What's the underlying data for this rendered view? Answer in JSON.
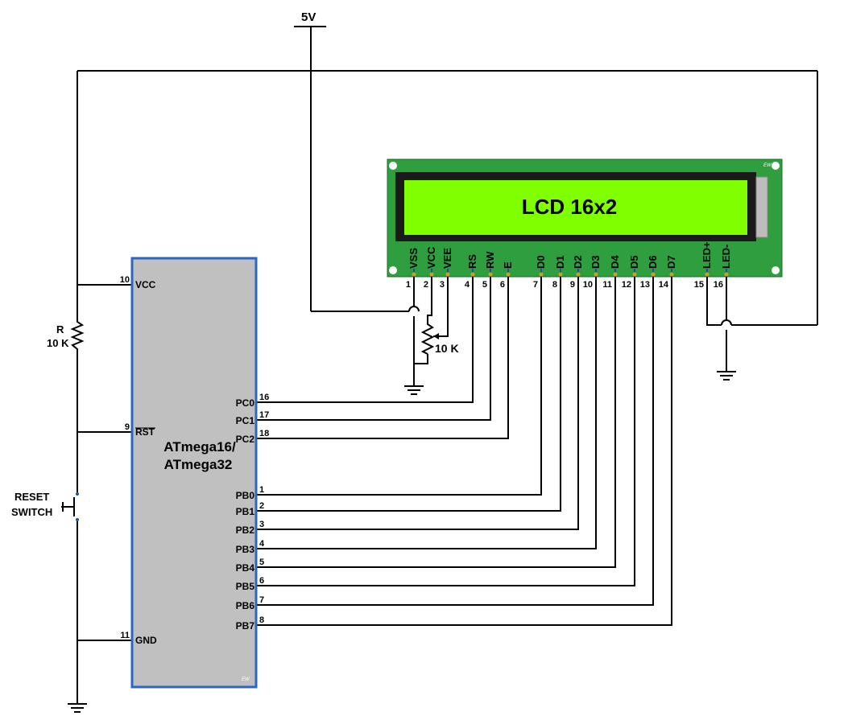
{
  "supply": {
    "label": "5V"
  },
  "lcd": {
    "title": "LCD 16x2",
    "logo": "EW",
    "colors": {
      "board": "#2f9e3f",
      "screen": "#7fff00",
      "bezel": "#1a1a1a"
    },
    "pins": [
      {
        "num": "1",
        "name": "VSS"
      },
      {
        "num": "2",
        "name": "VCC"
      },
      {
        "num": "3",
        "name": "VEE"
      },
      {
        "num": "4",
        "name": "RS"
      },
      {
        "num": "5",
        "name": "RW"
      },
      {
        "num": "6",
        "name": "E"
      },
      {
        "num": "7",
        "name": "D0"
      },
      {
        "num": "8",
        "name": "D1"
      },
      {
        "num": "9",
        "name": "D2"
      },
      {
        "num": "10",
        "name": "D3"
      },
      {
        "num": "11",
        "name": "D4"
      },
      {
        "num": "12",
        "name": "D5"
      },
      {
        "num": "13",
        "name": "D6"
      },
      {
        "num": "14",
        "name": "D7"
      },
      {
        "num": "15",
        "name": "LED+"
      },
      {
        "num": "16",
        "name": "LED-"
      }
    ]
  },
  "mcu": {
    "name_line1": "ATmega16/",
    "name_line2": "ATmega32",
    "logo": "EW",
    "color": "#c0c0c0",
    "left_pins": [
      {
        "num": "10",
        "name": "VCC"
      },
      {
        "num": "9",
        "name": "RST"
      },
      {
        "num": "11",
        "name": "GND"
      }
    ],
    "right_pins": [
      {
        "num": "16",
        "name": "PC0"
      },
      {
        "num": "17",
        "name": "PC1"
      },
      {
        "num": "18",
        "name": "PC2"
      },
      {
        "num": "1",
        "name": "PB0"
      },
      {
        "num": "2",
        "name": "PB1"
      },
      {
        "num": "3",
        "name": "PB2"
      },
      {
        "num": "4",
        "name": "PB3"
      },
      {
        "num": "5",
        "name": "PB4"
      },
      {
        "num": "6",
        "name": "PB5"
      },
      {
        "num": "7",
        "name": "PB6"
      },
      {
        "num": "8",
        "name": "PB7"
      }
    ]
  },
  "resistor": {
    "label": "R",
    "value": "10 K"
  },
  "pot": {
    "value": "10 K"
  },
  "reset": {
    "line1": "RESET",
    "line2": "SWITCH"
  }
}
